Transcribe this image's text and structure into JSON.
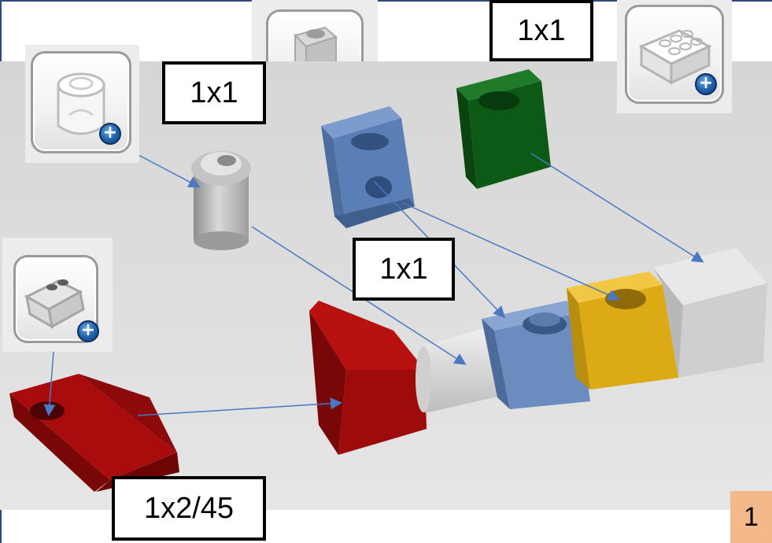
{
  "labels": {
    "callout_1": "1x1",
    "callout_2": "1x1",
    "callout_3": "1x1",
    "callout_4": "1x2/45"
  },
  "page_number": "1",
  "colors": {
    "frame": "#2f4a7a",
    "background": "#d8d8d8",
    "brick_red": "#a80c0c",
    "brick_blue": "#5678aa",
    "brick_green": "#0b5a15",
    "brick_yellow": "#e0ae1a",
    "brick_light_gray": "#d3d3d3",
    "arrow": "#4a78c2",
    "page_badge": "#f3b98b"
  },
  "icons": [
    "round-brick-palette-icon",
    "technic-brick-palette-icon",
    "brick-2x4-palette-icon",
    "slope-brick-palette-icon",
    "add-plus-icon"
  ]
}
